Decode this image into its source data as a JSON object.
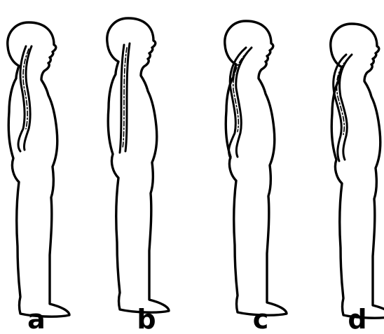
{
  "figures": [
    {
      "id": "a",
      "label": "a"
    },
    {
      "id": "b",
      "label": "b"
    },
    {
      "id": "c",
      "label": "c"
    },
    {
      "id": "d",
      "label": "d"
    }
  ],
  "colors": {
    "ink": "#000000",
    "background": "#ffffff"
  }
}
